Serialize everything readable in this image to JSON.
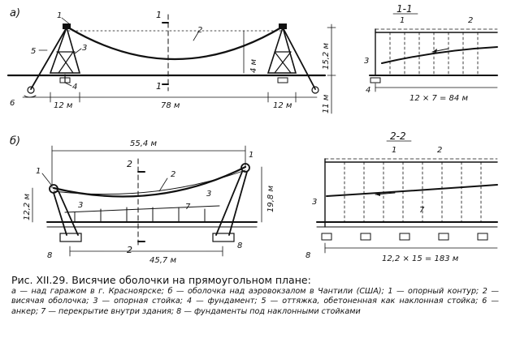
{
  "panel_a": {
    "label": "а)",
    "dims": {
      "left": "12 м",
      "span": "78 м",
      "right": "12 м",
      "sag": "4 м",
      "height": "15,2 м",
      "depth": "11 м"
    },
    "section_mark": "1",
    "callouts": [
      "1",
      "2",
      "3",
      "4",
      "5",
      "6"
    ]
  },
  "section_1": {
    "title": "1-1",
    "dim": "12 × 7 = 84 м",
    "callouts": [
      "1",
      "2",
      "3",
      "4"
    ]
  },
  "panel_b": {
    "label": "б)",
    "dims": {
      "top": "55,4 м",
      "bottom": "45,7 м",
      "left_h": "12,2 м",
      "right_h": "19,8 м"
    },
    "section_mark": "2",
    "callouts": [
      "1",
      "1",
      "2",
      "3",
      "3",
      "7",
      "8",
      "8"
    ]
  },
  "section_2": {
    "title": "2-2",
    "dim": "12,2 × 15 = 183 м",
    "callouts": [
      "1",
      "2",
      "3",
      "7",
      "8"
    ]
  },
  "caption": {
    "title": "Рис. XII.29. Висячие оболочки на прямоугольном плане:",
    "legend": "а — над гаражом в г. Красноярске; б — оболочка над аэровокзалом в Чантили (США); 1 — опорный контур; 2 — висячая оболочка; 3 — опорная стойка; 4 — фундамент; 5 — оттяжка, обетоненная как наклонная стойка; 6 — анкер; 7 — перекрытие внутри здания; 8 — фундаменты под наклонными стойками"
  }
}
